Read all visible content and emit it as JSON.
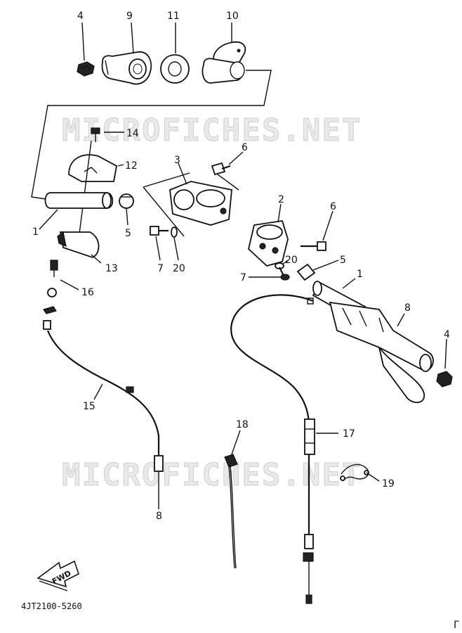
{
  "watermark": "MICROFICHES.NET",
  "diagram_code": "4JT2100-5260",
  "fwd_label": "FWD",
  "corner_mark": "Γ",
  "labels": {
    "p4_top": "4",
    "p9": "9",
    "p11": "11",
    "p10": "10",
    "p14": "14",
    "p12": "12",
    "p3": "3",
    "p6_top": "6",
    "p1_left": "1",
    "p5_left": "5",
    "p13": "13",
    "p7_left": "7",
    "p20_left": "20",
    "p2": "2",
    "p6_right": "6",
    "p20_right": "20",
    "p5_right": "5",
    "p7_right": "7",
    "p1_right": "1",
    "p8_grip": "8",
    "p4_right": "4",
    "p16": "16",
    "p15": "15",
    "p8_cable": "8",
    "p18": "18",
    "p17": "17",
    "p19": "19"
  }
}
